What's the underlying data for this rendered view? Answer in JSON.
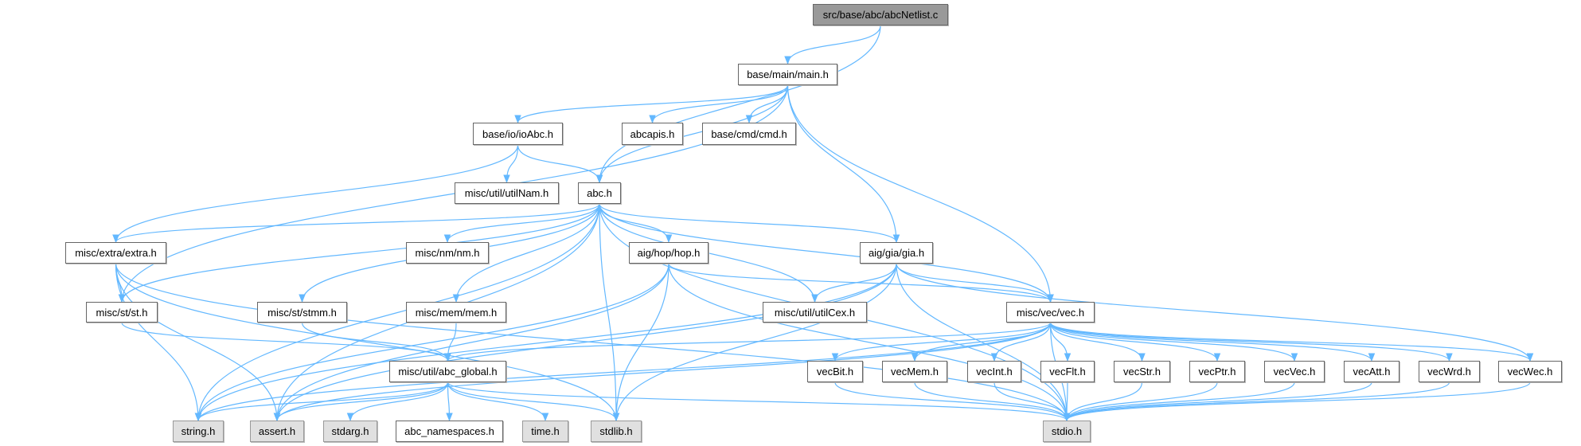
{
  "colors": {
    "edge": "#63b8ff",
    "root_fill": "#999999",
    "system_fill": "#e0e0e0"
  },
  "nodes": {
    "root": "src/base/abc/abcNetlist.c",
    "main": "base/main/main.h",
    "ioAbc": "base/io/ioAbc.h",
    "abcapis": "abcapis.h",
    "cmd": "base/cmd/cmd.h",
    "utilNam": "misc/util/utilNam.h",
    "abc": "abc.h",
    "extra": "misc/extra/extra.h",
    "nm": "misc/nm/nm.h",
    "hop": "aig/hop/hop.h",
    "gia": "aig/gia/gia.h",
    "st": "misc/st/st.h",
    "stmm": "misc/st/stmm.h",
    "mem": "misc/mem/mem.h",
    "utilCex": "misc/util/utilCex.h",
    "vec": "misc/vec/vec.h",
    "abc_global": "misc/util/abc_global.h",
    "vecBit": "vecBit.h",
    "vecMem": "vecMem.h",
    "vecInt": "vecInt.h",
    "vecFlt": "vecFlt.h",
    "vecStr": "vecStr.h",
    "vecPtr": "vecPtr.h",
    "vecVec": "vecVec.h",
    "vecAtt": "vecAtt.h",
    "vecWrd": "vecWrd.h",
    "vecWec": "vecWec.h",
    "string": "string.h",
    "assert": "assert.h",
    "stdarg": "stdarg.h",
    "abc_namespaces": "abc_namespaces.h",
    "time": "time.h",
    "stdlib": "stdlib.h",
    "stdio": "stdio.h"
  },
  "edges": [
    [
      "root",
      "main"
    ],
    [
      "root",
      "abc"
    ],
    [
      "main",
      "st"
    ],
    [
      "main",
      "ioAbc"
    ],
    [
      "main",
      "abcapis"
    ],
    [
      "main",
      "cmd"
    ],
    [
      "main",
      "abc"
    ],
    [
      "main",
      "gia"
    ],
    [
      "main",
      "vec"
    ],
    [
      "ioAbc",
      "extra"
    ],
    [
      "ioAbc",
      "utilNam"
    ],
    [
      "ioAbc",
      "abc"
    ],
    [
      "abc",
      "string"
    ],
    [
      "abc",
      "extra"
    ],
    [
      "abc",
      "st"
    ],
    [
      "abc",
      "stmm"
    ],
    [
      "abc",
      "nm"
    ],
    [
      "abc",
      "assert"
    ],
    [
      "abc",
      "mem"
    ],
    [
      "abc",
      "hop"
    ],
    [
      "abc",
      "stdlib"
    ],
    [
      "abc",
      "stdio"
    ],
    [
      "abc",
      "utilCex"
    ],
    [
      "abc",
      "gia"
    ],
    [
      "abc",
      "vec"
    ],
    [
      "extra",
      "st"
    ],
    [
      "extra",
      "string"
    ],
    [
      "extra",
      "assert"
    ],
    [
      "extra",
      "stdlib"
    ],
    [
      "extra",
      "stdio"
    ],
    [
      "st",
      "abc_global"
    ],
    [
      "stmm",
      "abc_global"
    ],
    [
      "mem",
      "abc_global"
    ],
    [
      "hop",
      "string"
    ],
    [
      "hop",
      "assert"
    ],
    [
      "hop",
      "vec"
    ],
    [
      "hop",
      "stdlib"
    ],
    [
      "hop",
      "stdio"
    ],
    [
      "gia",
      "utilCex"
    ],
    [
      "gia",
      "vec"
    ],
    [
      "gia",
      "vecWec"
    ],
    [
      "gia",
      "stdio"
    ],
    [
      "gia",
      "assert"
    ],
    [
      "gia",
      "string"
    ],
    [
      "gia",
      "stdlib"
    ],
    [
      "vec",
      "abc_global"
    ],
    [
      "vec",
      "string"
    ],
    [
      "vec",
      "assert"
    ],
    [
      "vec",
      "vecBit"
    ],
    [
      "vec",
      "vecMem"
    ],
    [
      "vec",
      "vecInt"
    ],
    [
      "vec",
      "vecFlt"
    ],
    [
      "vec",
      "vecStr"
    ],
    [
      "vec",
      "vecPtr"
    ],
    [
      "vec",
      "vecVec"
    ],
    [
      "vec",
      "vecAtt"
    ],
    [
      "vec",
      "vecWrd"
    ],
    [
      "vec",
      "vecWec"
    ],
    [
      "vec",
      "stdio"
    ],
    [
      "abc_global",
      "string"
    ],
    [
      "abc_global",
      "assert"
    ],
    [
      "abc_global",
      "stdarg"
    ],
    [
      "abc_global",
      "abc_namespaces"
    ],
    [
      "abc_global",
      "time"
    ],
    [
      "abc_global",
      "stdlib"
    ],
    [
      "abc_global",
      "stdio"
    ],
    [
      "vecBit",
      "stdio"
    ],
    [
      "vecMem",
      "stdio"
    ],
    [
      "vecInt",
      "stdio"
    ],
    [
      "vecFlt",
      "stdio"
    ],
    [
      "vecStr",
      "stdio"
    ],
    [
      "vecPtr",
      "stdio"
    ],
    [
      "vecVec",
      "stdio"
    ],
    [
      "vecAtt",
      "stdio"
    ],
    [
      "vecWrd",
      "stdio"
    ],
    [
      "vecWec",
      "stdio"
    ]
  ]
}
